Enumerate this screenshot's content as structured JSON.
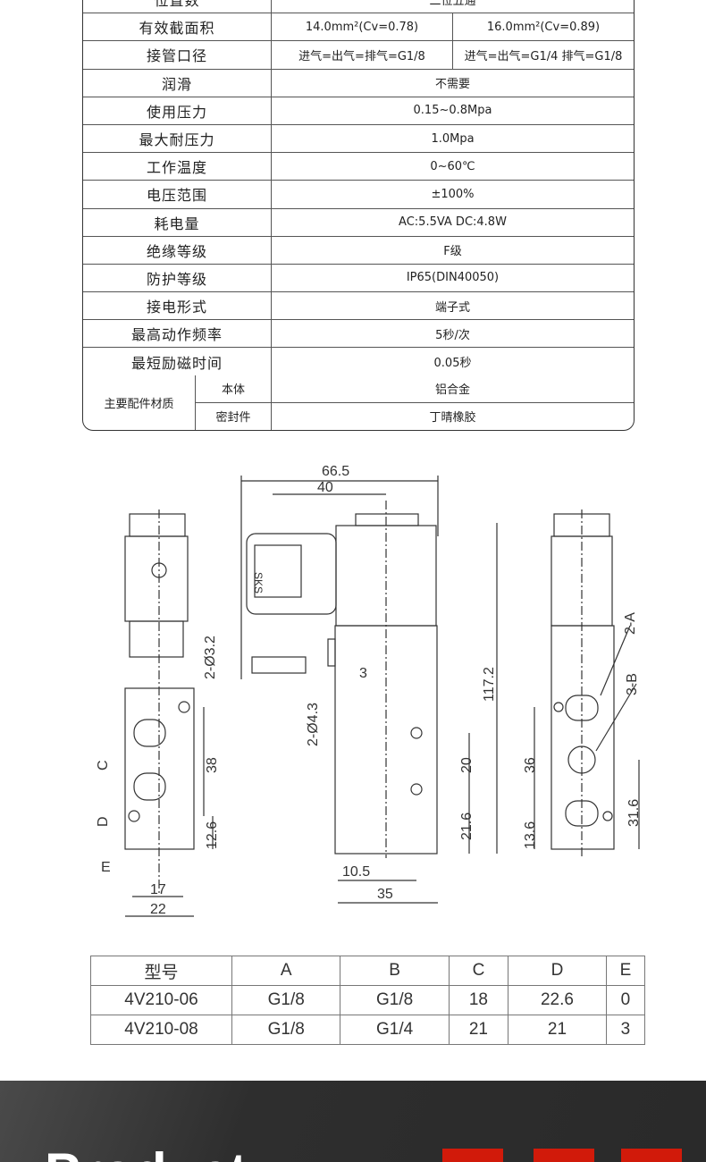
{
  "spec": {
    "header": {
      "key": "位置数",
      "value": "二位五通"
    },
    "area": {
      "key": "有效截面积",
      "v1": "14.0mm²(Cv=0.78)",
      "v2": "16.0mm²(Cv=0.89)"
    },
    "port": {
      "key": "接管口径",
      "v1": "进气=出气=排气=G1/8",
      "v2": "进气=出气=G1/4 排气=G1/8"
    },
    "rows": [
      {
        "key": "润滑",
        "value": "不需要"
      },
      {
        "key": "使用压力",
        "value": "0.15~0.8Mpa"
      },
      {
        "key": "最大耐压力",
        "value": "1.0Mpa"
      },
      {
        "key": "工作温度",
        "value": "0~60℃"
      },
      {
        "key": "电压范围",
        "value": "±100%"
      },
      {
        "key": "耗电量",
        "value": "AC:5.5VA  DC:4.8W"
      },
      {
        "key": "绝缘等级",
        "value": "F级"
      },
      {
        "key": "防护等级",
        "value": "IP65(DIN40050)"
      },
      {
        "key": "接电形式",
        "value": "端子式"
      },
      {
        "key": "最高动作频率",
        "value": "5秒/次"
      },
      {
        "key": "最短励磁时间",
        "value": "0.05秒"
      }
    ],
    "material": {
      "key": "主要配件材质",
      "items": [
        {
          "part": "本体",
          "value": "铝合金"
        },
        {
          "part": "密封件",
          "value": "丁晴橡胶"
        }
      ]
    }
  },
  "drawing": {
    "d66": "66.5",
    "d40": "40",
    "d1172": "117.2",
    "d3": "3",
    "d32": "2-Ø3.2",
    "d43": "2-Ø4.3",
    "d38": "38",
    "d20": "20",
    "d216": "21.6",
    "d126": "12.6",
    "d105": "10.5",
    "d35": "35",
    "d17": "17",
    "d22": "22",
    "d36": "36",
    "d136": "13.6",
    "d316": "31.6",
    "C": "C",
    "D": "D",
    "E": "E",
    "A2": "2-A",
    "B3": "3-B",
    "sks": "SKS"
  },
  "models": {
    "headers": [
      "型号",
      "A",
      "B",
      "C",
      "D",
      "E"
    ],
    "rows": [
      [
        "4V210-06",
        "G1/8",
        "G1/8",
        "18",
        "22.6",
        "0"
      ],
      [
        "4V210-08",
        "G1/8",
        "G1/4",
        "21",
        "21",
        "3"
      ]
    ]
  },
  "banner": {
    "title": "Product"
  }
}
